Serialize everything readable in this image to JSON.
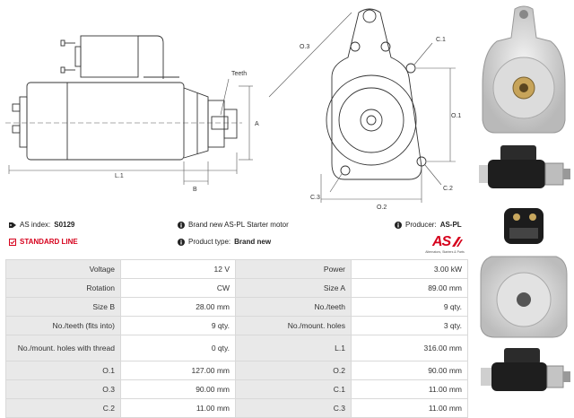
{
  "drawing": {
    "labels": {
      "teeth": "Teeth",
      "A": "A",
      "B": "B",
      "L1": "L.1",
      "O1": "O.1",
      "O2": "O.2",
      "O3": "O.3",
      "C1": "C.1",
      "C2": "C.2",
      "C3": "C.3"
    }
  },
  "info": {
    "as_index_label": "AS index:",
    "as_index_value": "S0129",
    "brand_text": "Brand new AS-PL Starter motor",
    "producer_label": "Producer:",
    "producer_value": "AS-PL",
    "standard_line": "STANDARD LINE",
    "product_type_label": "Product type:",
    "product_type_value": "Brand new",
    "logo_mark": "AS",
    "logo_sub": "Alternators, Starters & Parts"
  },
  "specs": [
    {
      "l1": "Voltage",
      "v1": "12 V",
      "l2": "Power",
      "v2": "3.00 kW"
    },
    {
      "l1": "Rotation",
      "v1": "CW",
      "l2": "Size A",
      "v2": "89.00 mm"
    },
    {
      "l1": "Size B",
      "v1": "28.00 mm",
      "l2": "No./teeth",
      "v2": "9 qty."
    },
    {
      "l1": "No./teeth (fits into)",
      "v1": "9 qty.",
      "l2": "No./mount. holes",
      "v2": "3 qty."
    },
    {
      "l1": "No./mount. holes with thread",
      "v1": "0 qty.",
      "l2": "L.1",
      "v2": "316.00 mm"
    },
    {
      "l1": "O.1",
      "v1": "127.00 mm",
      "l2": "O.2",
      "v2": "90.00 mm"
    },
    {
      "l1": "O.3",
      "v1": "90.00 mm",
      "l2": "C.1",
      "v2": "11.00 mm"
    },
    {
      "l1": "C.2",
      "v1": "11.00 mm",
      "l2": "C.3",
      "v2": "11.00 mm"
    }
  ]
}
